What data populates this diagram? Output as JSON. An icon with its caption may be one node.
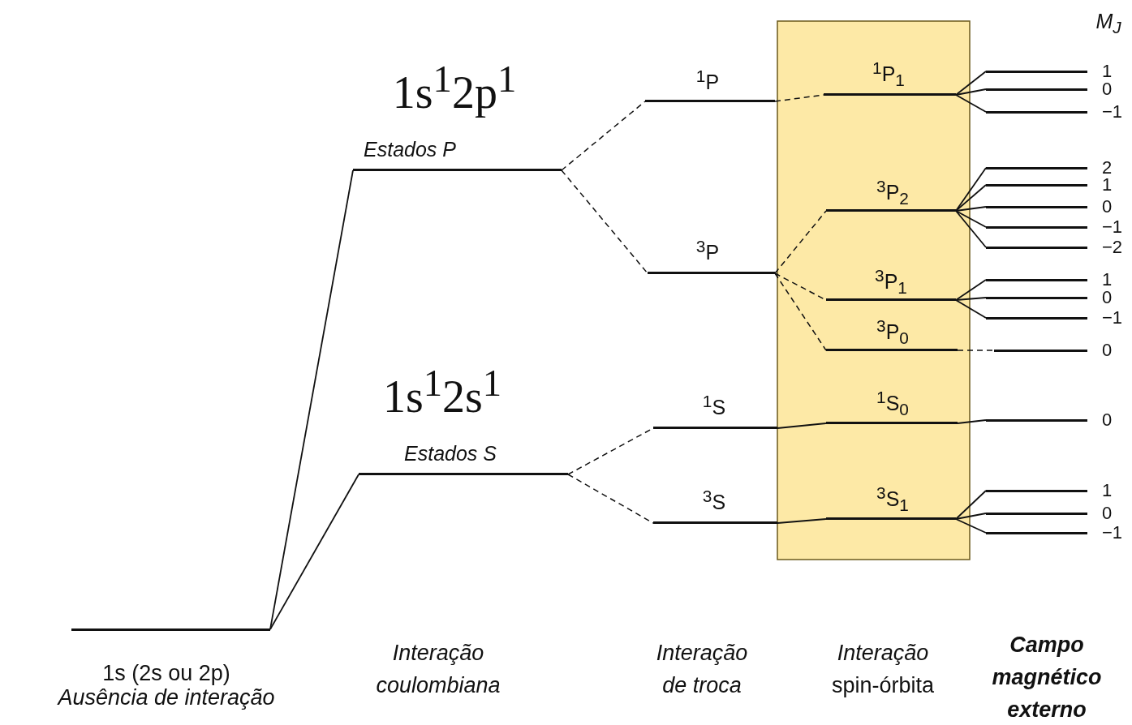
{
  "diagram": {
    "nodes": [
      {
        "text": [],
        "shape": "bar"
      },
      {
        "text": [
          "Estados P"
        ]
      },
      {
        "text": [
          "Estados S"
        ]
      },
      {
        "text": [
          "$^{1}$P"
        ]
      },
      {
        "text": [
          "$^{3}$P"
        ]
      },
      {
        "text": [
          "$^{1}$S"
        ]
      },
      {
        "text": [
          "$^{3}$S"
        ]
      },
      {
        "text": [
          "$^{1}$P$_{1}$"
        ]
      },
      {
        "text": [
          "$^{3}$P$_{2}$"
        ]
      },
      {
        "text": [
          "$^{3}$P$_{1}$"
        ]
      },
      {
        "text": [
          "$^{3}$P$_{0}$"
        ]
      },
      {
        "text": [
          "$^{1}$S$_{0}$"
        ]
      },
      {
        "text": [
          "$^{3}$S$_{1}$"
        ]
      },
      {
        "text": [],
        "shape": "bar",
        "beside": [
          "1"
        ]
      },
      {
        "text": [],
        "shape": "bar",
        "beside": [
          "0"
        ]
      },
      {
        "text": [],
        "shape": "bar",
        "beside": [
          "−1"
        ]
      },
      {
        "text": [],
        "shape": "bar",
        "beside": [
          "2"
        ]
      },
      {
        "text": [],
        "shape": "bar",
        "beside": [
          "1"
        ]
      },
      {
        "text": [],
        "shape": "bar",
        "beside": [
          "0"
        ]
      },
      {
        "text": [],
        "shape": "bar",
        "beside": [
          "−1"
        ]
      },
      {
        "text": [],
        "shape": "bar",
        "beside": [
          "−2"
        ]
      },
      {
        "text": [],
        "shape": "bar",
        "beside": [
          "1"
        ]
      },
      {
        "text": [],
        "shape": "bar",
        "beside": [
          "0"
        ]
      },
      {
        "text": [],
        "shape": "bar",
        "beside": [
          "−1"
        ]
      },
      {
        "text": [],
        "shape": "bar",
        "beside": [
          "0"
        ]
      },
      {
        "text": [],
        "shape": "bar",
        "beside": [
          "0"
        ]
      },
      {
        "text": [],
        "shape": "bar",
        "beside": [
          "1"
        ]
      },
      {
        "text": [],
        "shape": "bar",
        "beside": [
          "0"
        ]
      },
      {
        "text": [],
        "shape": "bar",
        "beside": [
          "−1"
        ]
      }
    ],
    "edges": [
      {
        "from": 0,
        "to": 1,
        "arrow": "none"
      },
      {
        "from": 0,
        "to": 2,
        "arrow": "none"
      },
      {
        "from": 1,
        "to": 3,
        "arrow": "none",
        "style": "dashed"
      },
      {
        "from": 1,
        "to": 4,
        "arrow": "none",
        "style": "dashed"
      },
      {
        "from": 2,
        "to": 5,
        "arrow": "none",
        "style": "dashed"
      },
      {
        "from": 2,
        "to": 6,
        "arrow": "none",
        "style": "dashed"
      },
      {
        "from": 3,
        "to": 7,
        "arrow": "none",
        "style": "dashed"
      },
      {
        "from": 4,
        "to": 8,
        "arrow": "none",
        "style": "dashed"
      },
      {
        "from": 4,
        "to": 9,
        "arrow": "none",
        "style": "dashed"
      },
      {
        "from": 4,
        "to": 10,
        "arrow": "none",
        "style": "dashed"
      },
      {
        "from": 5,
        "to": 11,
        "arrow": "none"
      },
      {
        "from": 6,
        "to": 12,
        "arrow": "none"
      },
      {
        "from": 7,
        "to": 13,
        "arrow": "none"
      },
      {
        "from": 7,
        "to": 14,
        "arrow": "none"
      },
      {
        "from": 7,
        "to": 15,
        "arrow": "none"
      },
      {
        "from": 8,
        "to": 16,
        "arrow": "none"
      },
      {
        "from": 8,
        "to": 17,
        "arrow": "none"
      },
      {
        "from": 8,
        "to": 18,
        "arrow": "none"
      },
      {
        "from": 8,
        "to": 19,
        "arrow": "none"
      },
      {
        "from": 8,
        "to": 20,
        "arrow": "none"
      },
      {
        "from": 9,
        "to": 21,
        "arrow": "none"
      },
      {
        "from": 9,
        "to": 22,
        "arrow": "none"
      },
      {
        "from": 9,
        "to": 23,
        "arrow": "none"
      },
      {
        "from": 10,
        "to": 24,
        "arrow": "none",
        "style": "dashed"
      },
      {
        "from": 11,
        "to": 25,
        "arrow": "none"
      },
      {
        "from": 12,
        "to": 26,
        "arrow": "none"
      },
      {
        "from": 12,
        "to": 27,
        "arrow": "none"
      },
      {
        "from": 12,
        "to": 28,
        "arrow": "none"
      }
    ],
    "labels": [
      "M$_{J}$",
      "1s$^{1}$2p$^{1}$",
      "1s$^{1}$2s$^{1}$",
      "Interação coulombiana",
      "Interação de troca",
      "*Interação* spin-órbita",
      "Campo magnético externo",
      "1s (2s ou 2p)",
      "Ausência de interação"
    ]
  }
}
